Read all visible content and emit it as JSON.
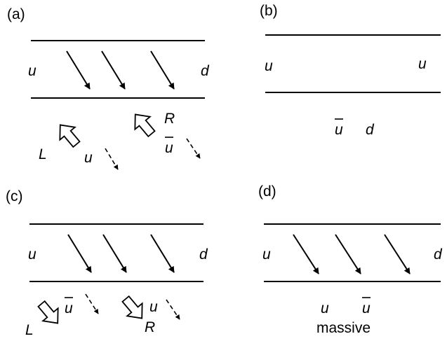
{
  "panels": {
    "a": {
      "label": "(a)",
      "left_quark": "u",
      "right_quark": "d",
      "left_helicity": "L",
      "right_helicity": "R",
      "quark": "u",
      "antiquark": "u"
    },
    "b": {
      "label": "(b)",
      "left_quark": "u",
      "right_quark": "u",
      "antiquark": "u",
      "quark": "d"
    },
    "c": {
      "label": "(c)",
      "left_quark": "u",
      "right_quark": "d",
      "left_helicity": "L",
      "right_helicity": "R",
      "antiquark": "u",
      "quark": "u"
    },
    "d": {
      "label": "(d)",
      "left_quark": "u",
      "right_quark": "d",
      "quark": "u",
      "antiquark": "u",
      "caption": "massive"
    }
  }
}
